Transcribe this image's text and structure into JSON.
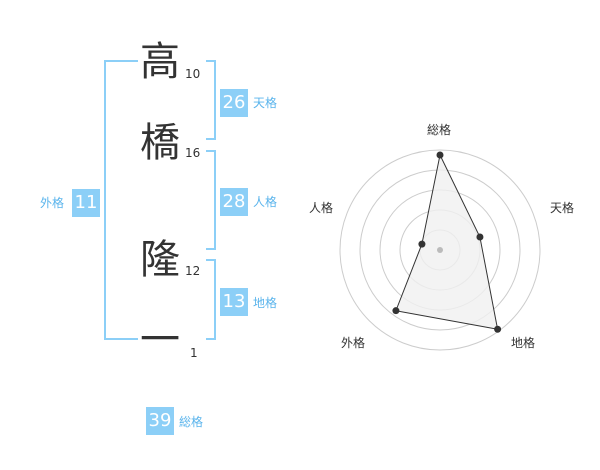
{
  "name": {
    "chars": [
      {
        "char": "高",
        "strokes": "10"
      },
      {
        "char": "橋",
        "strokes": "16"
      },
      {
        "char": "隆",
        "strokes": "12"
      },
      {
        "char": "一",
        "strokes": "1"
      }
    ]
  },
  "scores": {
    "tenkaku": {
      "value": "26",
      "label": "天格"
    },
    "jinkaku": {
      "value": "28",
      "label": "人格"
    },
    "chikaku": {
      "value": "13",
      "label": "地格"
    },
    "gaikaku": {
      "value": "11",
      "label": "外格"
    },
    "soukaku": {
      "value": "39",
      "label": "総格"
    }
  },
  "radar": {
    "labels": {
      "top": "総格",
      "right": "天格",
      "bottom_right": "地格",
      "bottom_left": "外格",
      "left": "人格"
    },
    "levels": {
      "soukaku": 0.95,
      "tenkaku": 0.42,
      "chikaku": 0.98,
      "gaikaku": 0.75,
      "jinkaku": 0.19
    },
    "colors": {
      "grid": "#cccccc",
      "fill": "#f0f0f0",
      "line": "#333333",
      "center": "#bbbbbb"
    }
  },
  "colors": {
    "accent": "#8ccff7",
    "accent_text": "#5ab4ec"
  }
}
